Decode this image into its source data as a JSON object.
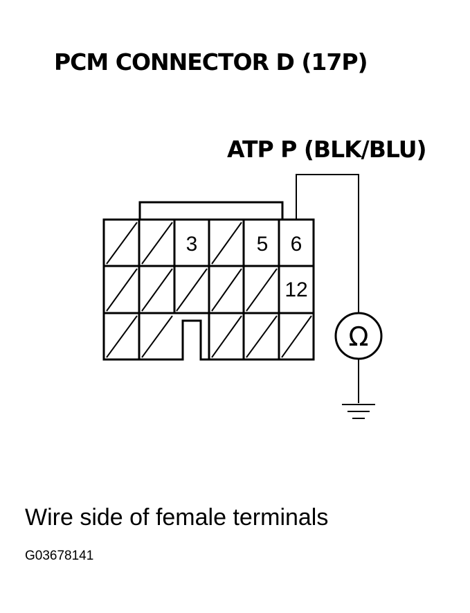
{
  "title": "PCM CONNECTOR D (17P)",
  "wire_label": "ATP P (BLK/BLU)",
  "terminals": {
    "t3": "3",
    "t5": "5",
    "t6": "6",
    "t12": "12"
  },
  "meter_symbol": "Ω",
  "caption": "Wire side of female terminals",
  "figure_code": "G03678141"
}
